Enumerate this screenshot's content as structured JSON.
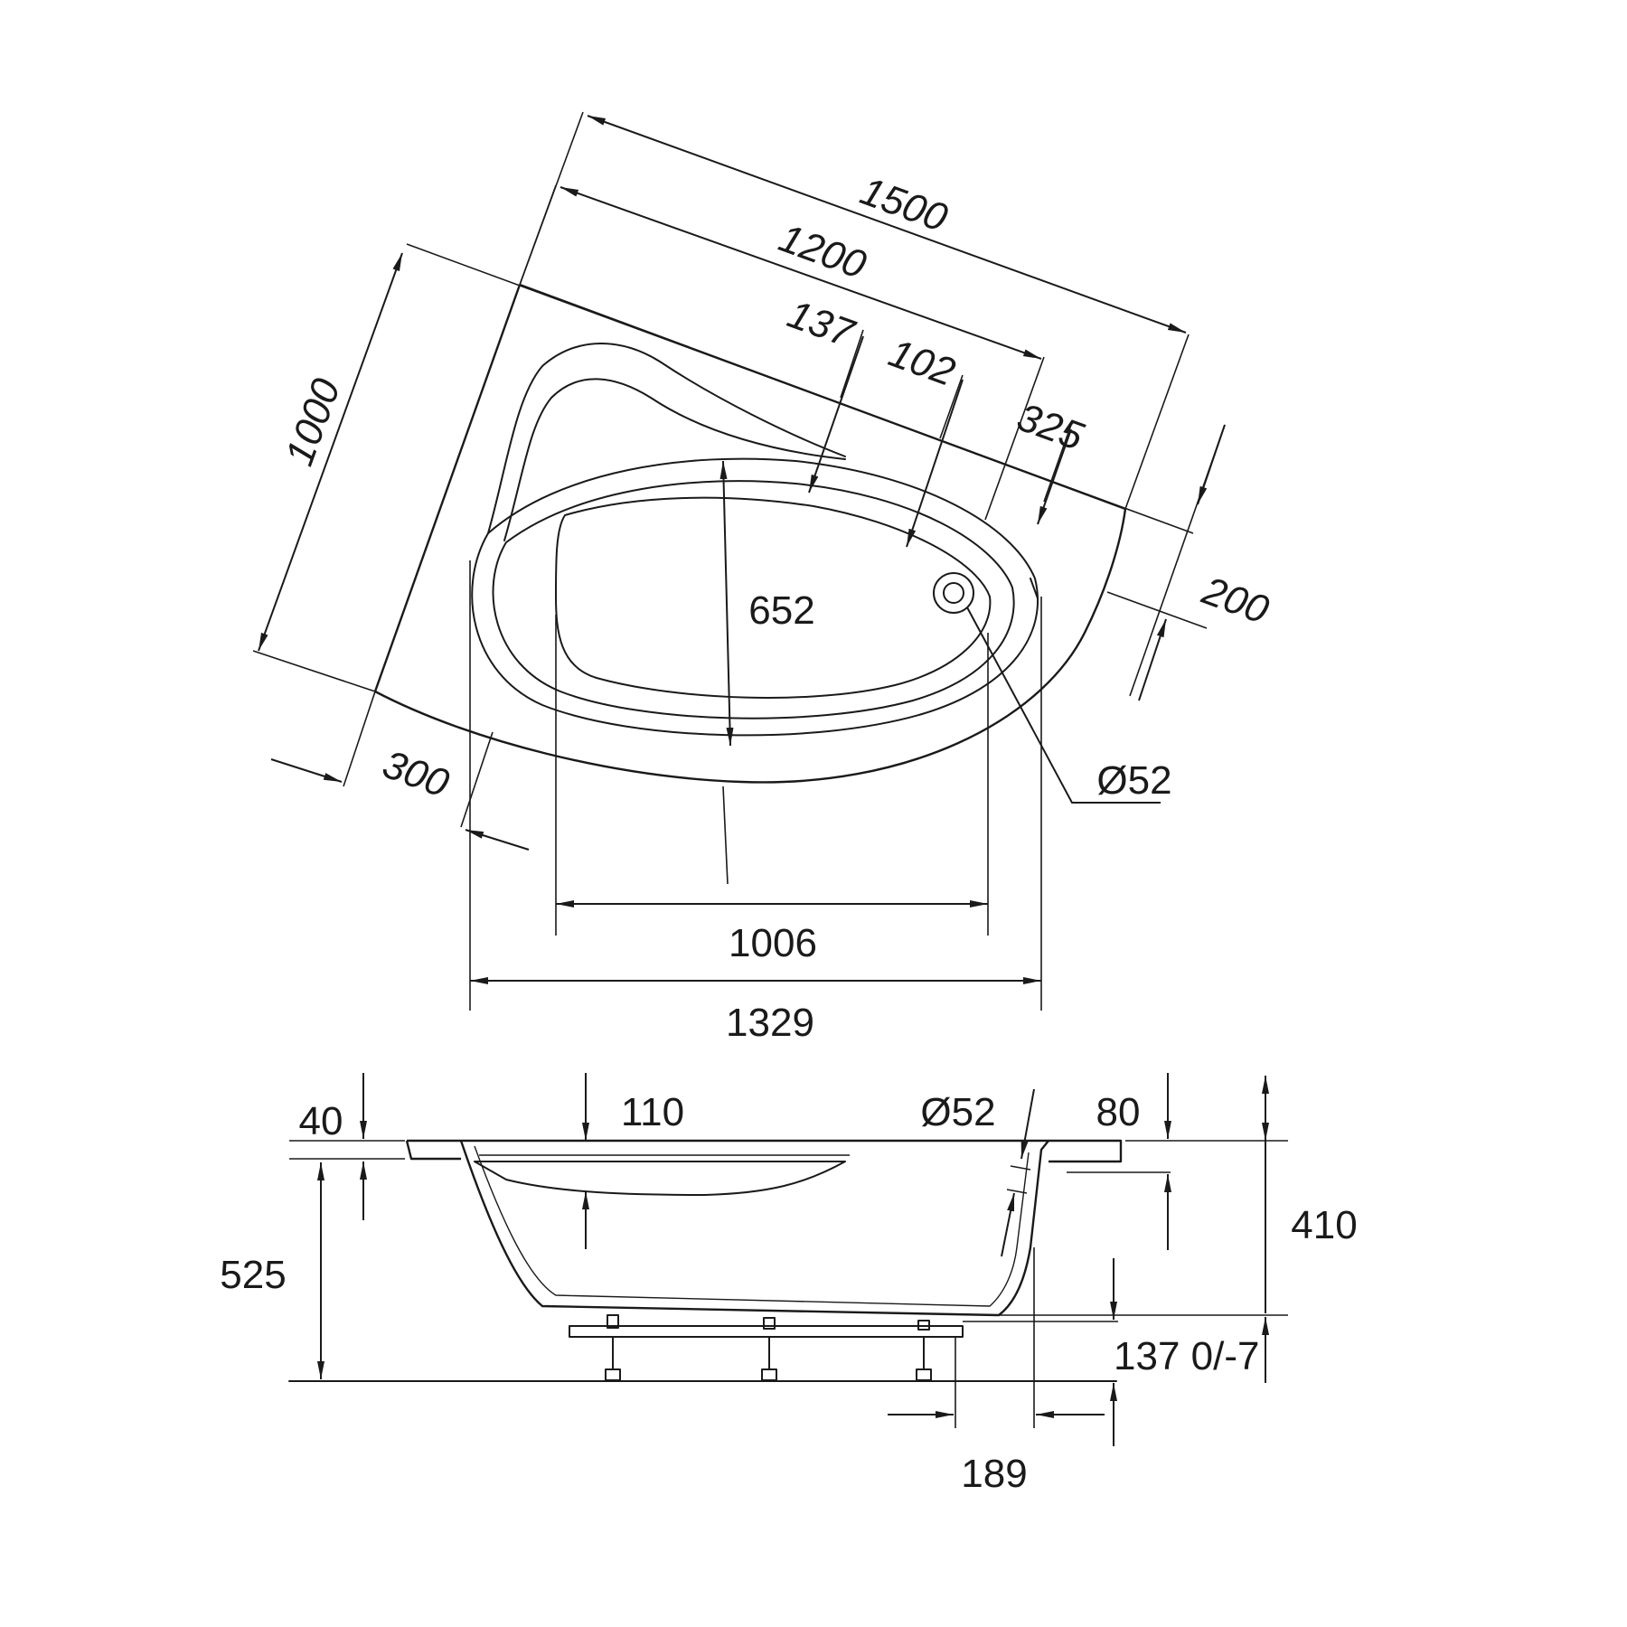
{
  "colors": {
    "line": "#1a1a1a",
    "background": "#ffffff"
  },
  "top_view": {
    "dims": {
      "overall_length": "1500",
      "inner_length": "1200",
      "overall_width": "1000",
      "headrest_offset": "137",
      "basin_offset": "102",
      "drain_offset": "325",
      "rim_end": "200",
      "corner_offset": "300",
      "basin_depth_width": "652",
      "basin_length": "1006",
      "projected_length": "1329",
      "drain_diameter": "Ø52"
    }
  },
  "side_view": {
    "dims": {
      "rim_thickness": "40",
      "headrest_height": "110",
      "overflow_diameter": "Ø52",
      "rim_step": "80",
      "inner_depth": "410",
      "total_height": "525",
      "leg_adjust": "137 0/-7",
      "drain_position": "189"
    }
  }
}
